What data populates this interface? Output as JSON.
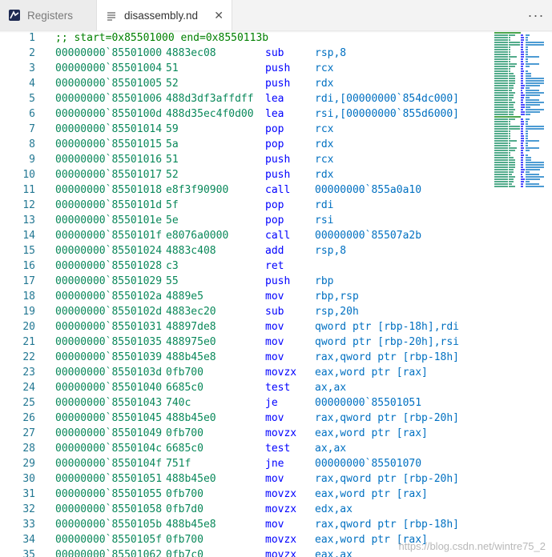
{
  "tabs": [
    {
      "label": "Registers",
      "active": false,
      "icon": "registers-icon"
    },
    {
      "label": "disassembly.nd",
      "active": true,
      "icon": "file-lines-icon"
    }
  ],
  "more_glyph": "···",
  "colors": {
    "line_number": "#237893",
    "address": "#09885a",
    "mnemonic": "#0000ff",
    "operand": "#0070c1",
    "comment": "#008000"
  },
  "editor": {
    "lines": [
      {
        "n": "1",
        "comment": ";; start=0x85501000 end=0x8550113b"
      },
      {
        "n": "2",
        "addr": "00000000`85501000",
        "bytes": "4883ec08",
        "mnem": "sub",
        "ops": "rsp,8"
      },
      {
        "n": "3",
        "addr": "00000000`85501004",
        "bytes": "51",
        "mnem": "push",
        "ops": "rcx"
      },
      {
        "n": "4",
        "addr": "00000000`85501005",
        "bytes": "52",
        "mnem": "push",
        "ops": "rdx"
      },
      {
        "n": "5",
        "addr": "00000000`85501006",
        "bytes": "488d3df3affdff",
        "mnem": "lea",
        "ops": "rdi,[00000000`854dc000]"
      },
      {
        "n": "6",
        "addr": "00000000`8550100d",
        "bytes": "488d35ec4f0d00",
        "mnem": "lea",
        "ops": "rsi,[00000000`855d6000]"
      },
      {
        "n": "7",
        "addr": "00000000`85501014",
        "bytes": "59",
        "mnem": "pop",
        "ops": "rcx"
      },
      {
        "n": "8",
        "addr": "00000000`85501015",
        "bytes": "5a",
        "mnem": "pop",
        "ops": "rdx"
      },
      {
        "n": "9",
        "addr": "00000000`85501016",
        "bytes": "51",
        "mnem": "push",
        "ops": "rcx"
      },
      {
        "n": "10",
        "addr": "00000000`85501017",
        "bytes": "52",
        "mnem": "push",
        "ops": "rdx"
      },
      {
        "n": "11",
        "addr": "00000000`85501018",
        "bytes": "e8f3f90900",
        "mnem": "call",
        "ops": "00000000`855a0a10"
      },
      {
        "n": "12",
        "addr": "00000000`8550101d",
        "bytes": "5f",
        "mnem": "pop",
        "ops": "rdi"
      },
      {
        "n": "13",
        "addr": "00000000`8550101e",
        "bytes": "5e",
        "mnem": "pop",
        "ops": "rsi"
      },
      {
        "n": "14",
        "addr": "00000000`8550101f",
        "bytes": "e8076a0000",
        "mnem": "call",
        "ops": "00000000`85507a2b"
      },
      {
        "n": "15",
        "addr": "00000000`85501024",
        "bytes": "4883c408",
        "mnem": "add",
        "ops": "rsp,8"
      },
      {
        "n": "16",
        "addr": "00000000`85501028",
        "bytes": "c3",
        "mnem": "ret",
        "ops": ""
      },
      {
        "n": "17",
        "addr": "00000000`85501029",
        "bytes": "55",
        "mnem": "push",
        "ops": "rbp"
      },
      {
        "n": "18",
        "addr": "00000000`8550102a",
        "bytes": "4889e5",
        "mnem": "mov",
        "ops": "rbp,rsp"
      },
      {
        "n": "19",
        "addr": "00000000`8550102d",
        "bytes": "4883ec20",
        "mnem": "sub",
        "ops": "rsp,20h"
      },
      {
        "n": "20",
        "addr": "00000000`85501031",
        "bytes": "48897de8",
        "mnem": "mov",
        "ops": "qword ptr [rbp-18h],rdi"
      },
      {
        "n": "21",
        "addr": "00000000`85501035",
        "bytes": "488975e0",
        "mnem": "mov",
        "ops": "qword ptr [rbp-20h],rsi"
      },
      {
        "n": "22",
        "addr": "00000000`85501039",
        "bytes": "488b45e8",
        "mnem": "mov",
        "ops": "rax,qword ptr [rbp-18h]"
      },
      {
        "n": "23",
        "addr": "00000000`8550103d",
        "bytes": "0fb700",
        "mnem": "movzx",
        "ops": "eax,word ptr [rax]"
      },
      {
        "n": "24",
        "addr": "00000000`85501040",
        "bytes": "6685c0",
        "mnem": "test",
        "ops": "ax,ax"
      },
      {
        "n": "25",
        "addr": "00000000`85501043",
        "bytes": "740c",
        "mnem": "je",
        "ops": "00000000`85501051"
      },
      {
        "n": "26",
        "addr": "00000000`85501045",
        "bytes": "488b45e0",
        "mnem": "mov",
        "ops": "rax,qword ptr [rbp-20h]"
      },
      {
        "n": "27",
        "addr": "00000000`85501049",
        "bytes": "0fb700",
        "mnem": "movzx",
        "ops": "eax,word ptr [rax]"
      },
      {
        "n": "28",
        "addr": "00000000`8550104c",
        "bytes": "6685c0",
        "mnem": "test",
        "ops": "ax,ax"
      },
      {
        "n": "29",
        "addr": "00000000`8550104f",
        "bytes": "751f",
        "mnem": "jne",
        "ops": "00000000`85501070"
      },
      {
        "n": "30",
        "addr": "00000000`85501051",
        "bytes": "488b45e0",
        "mnem": "mov",
        "ops": "rax,qword ptr [rbp-20h]"
      },
      {
        "n": "31",
        "addr": "00000000`85501055",
        "bytes": "0fb700",
        "mnem": "movzx",
        "ops": "eax,word ptr [rax]"
      },
      {
        "n": "32",
        "addr": "00000000`85501058",
        "bytes": "0fb7d0",
        "mnem": "movzx",
        "ops": "edx,ax"
      },
      {
        "n": "33",
        "addr": "00000000`8550105b",
        "bytes": "488b45e8",
        "mnem": "mov",
        "ops": "rax,qword ptr [rbp-18h]"
      },
      {
        "n": "34",
        "addr": "00000000`8550105f",
        "bytes": "0fb700",
        "mnem": "movzx",
        "ops": "eax,word ptr [rax]"
      },
      {
        "n": "35",
        "addr": "00000000`85501062",
        "bytes": "0fb7c0",
        "mnem": "movzx",
        "ops": "eax,ax"
      }
    ]
  },
  "watermark": "https://blog.csdn.net/wintre75_2"
}
